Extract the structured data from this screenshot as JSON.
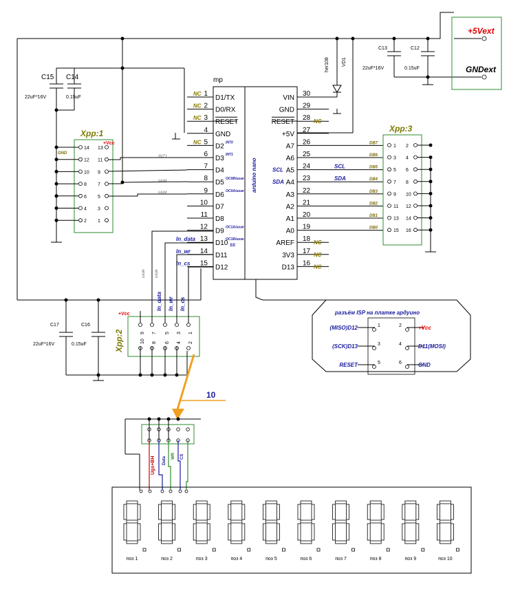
{
  "arduino": {
    "label": "mp",
    "vertical_label": "arduino nano",
    "left_pins": [
      {
        "num": "1",
        "name": "D1/TX",
        "net": "NC"
      },
      {
        "num": "2",
        "name": "D0/RX",
        "net": "NC"
      },
      {
        "num": "3",
        "name": "RESET",
        "net": "NC"
      },
      {
        "num": "4",
        "name": "GND",
        "net": ""
      },
      {
        "num": "5",
        "name": "D2",
        "net": "NC",
        "func": "INT0"
      },
      {
        "num": "6",
        "name": "D3",
        "net": "",
        "func": "INT1"
      },
      {
        "num": "7",
        "name": "D4",
        "net": ""
      },
      {
        "num": "8",
        "name": "D5",
        "net": "",
        "func": "OC0B/шим"
      },
      {
        "num": "9",
        "name": "D6",
        "net": "",
        "func": "OC0A/шим"
      },
      {
        "num": "10",
        "name": "D7",
        "net": ""
      },
      {
        "num": "11",
        "name": "D8",
        "net": ""
      },
      {
        "num": "12",
        "name": "D9",
        "net": "",
        "func": "OC1A/шим"
      },
      {
        "num": "13",
        "name": "D10",
        "net": "In_data",
        "func": "OC1B/шим",
        "alt": "SS"
      },
      {
        "num": "14",
        "name": "D11",
        "net": "In_wr"
      },
      {
        "num": "15",
        "name": "D12",
        "net": "In_cs"
      }
    ],
    "right_pins": [
      {
        "num": "30",
        "name": "VIN",
        "net": ""
      },
      {
        "num": "29",
        "name": "GND",
        "net": ""
      },
      {
        "num": "28",
        "name": "RESET",
        "net": "NC"
      },
      {
        "num": "27",
        "name": "+5V",
        "net": ""
      },
      {
        "num": "26",
        "name": "A7",
        "net": "DB7"
      },
      {
        "num": "25",
        "name": "A6",
        "net": "DB6"
      },
      {
        "num": "24",
        "name": "A5",
        "net": "DB5",
        "func": "SCL"
      },
      {
        "num": "23",
        "name": "A4",
        "net": "DB4",
        "func": "SDA"
      },
      {
        "num": "22",
        "name": "A3",
        "net": "DB3"
      },
      {
        "num": "21",
        "name": "A2",
        "net": "DB2"
      },
      {
        "num": "20",
        "name": "A1",
        "net": "DB1"
      },
      {
        "num": "19",
        "name": "A0",
        "net": "DB0"
      },
      {
        "num": "18",
        "name": "AREF",
        "net": "NC"
      },
      {
        "num": "17",
        "name": "3V3",
        "net": "NC"
      },
      {
        "num": "16",
        "name": "D13",
        "net": "NC"
      }
    ],
    "pwm_labels": [
      "шим",
      "шим"
    ],
    "int1_label": "INT1"
  },
  "capacitors": {
    "c15": {
      "name": "C15",
      "value": "22uF*16V"
    },
    "c14": {
      "name": "C14",
      "value": "0.15uF"
    },
    "c13": {
      "name": "C13",
      "value": "22uF*16V"
    },
    "c12": {
      "name": "C12",
      "value": "0.15uF"
    },
    "c17": {
      "name": "C17",
      "value": "22uF*16V"
    },
    "c16": {
      "name": "C16",
      "value": "0.15uF"
    }
  },
  "diode": {
    "name": "VD1",
    "part": "her108"
  },
  "power": {
    "vext": "+5Vext",
    "gndext": "GNDext"
  },
  "xpp1": {
    "title": "Xpp:1",
    "vcc": "+Vcc",
    "gnd": "GND",
    "left_pins": [
      "14",
      "12",
      "10",
      "8",
      "6",
      "4",
      "2"
    ],
    "right_pins": [
      "13",
      "11",
      "9",
      "7",
      "5",
      "3",
      "1"
    ]
  },
  "xpp3": {
    "title": "Xpp:3",
    "left_pins": [
      "1",
      "3",
      "5",
      "7",
      "9",
      "11",
      "13",
      "15"
    ],
    "right_pins": [
      "2",
      "4",
      "6",
      "8",
      "10",
      "12",
      "14",
      "16"
    ]
  },
  "xpp2": {
    "title": "Xpp:2",
    "vcc": "+Vcc",
    "top_pins": [
      "9",
      "7",
      "5",
      "3",
      "1"
    ],
    "bottom_pins": [
      "10",
      "8",
      "6",
      "4",
      "2"
    ],
    "vertical_labels": [
      "шим",
      "In_data",
      "In_wr",
      "In_cs"
    ]
  },
  "isp": {
    "title": "разъём ISP на платке ардуино",
    "left": [
      "(MISO)D12",
      "(SCK)D13",
      "RESET"
    ],
    "left_pins": [
      "1",
      "3",
      "5"
    ],
    "right_pins": [
      "2",
      "4",
      "6"
    ],
    "right": [
      "+Vcc",
      "D11(MOSI)",
      "GND"
    ]
  },
  "cable": {
    "label": "10"
  },
  "display": {
    "conn_labels": [
      "Ugs+BH",
      "Data",
      "WR",
      "CS"
    ],
    "modules": [
      "поз 1",
      "поз 2",
      "поз 3",
      "поз 4",
      "поз 5",
      "поз 6",
      "поз 7",
      "поз 8",
      "поз 9",
      "поз 10"
    ]
  },
  "colors": {
    "wire": "#000000",
    "connector_box": "#2e8b2e",
    "nc_label": "#8a7a00",
    "signal_label": "#1a1aa0",
    "power_label": "#e00000",
    "cable_arrow": "#f0a020"
  }
}
